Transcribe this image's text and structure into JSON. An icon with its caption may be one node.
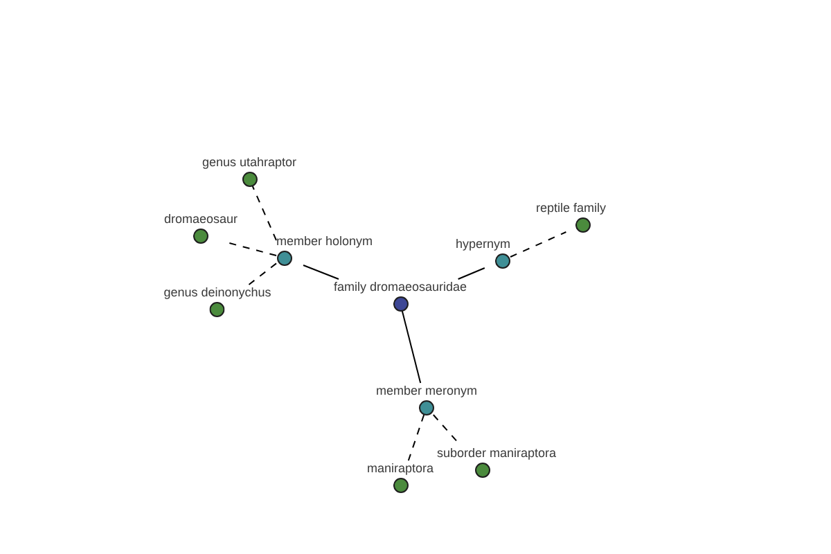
{
  "diagram": {
    "nodes": [
      {
        "text": [
          "genus utahraptor"
        ]
      },
      {
        "text": [
          "reptile family"
        ]
      },
      {
        "text": [
          "dromaeosaur"
        ]
      },
      {
        "text": [
          "member holonym"
        ]
      },
      {
        "text": [
          "hypernym"
        ]
      },
      {
        "text": [
          "family dromaeosauridae"
        ]
      },
      {
        "text": [
          "genus deinonychus"
        ]
      },
      {
        "text": [
          "member meronym"
        ]
      },
      {
        "text": [
          "suborder maniraptora"
        ]
      },
      {
        "text": [
          "maniraptora"
        ]
      }
    ],
    "edges": [
      {
        "from": 5,
        "to": 3,
        "arrow": "none"
      },
      {
        "from": 5,
        "to": 4,
        "arrow": "none"
      },
      {
        "from": 5,
        "to": 7,
        "arrow": "none"
      },
      {
        "from": 3,
        "to": 0,
        "arrow": "none",
        "style": "dashed"
      },
      {
        "from": 3,
        "to": 2,
        "arrow": "none",
        "style": "dashed"
      },
      {
        "from": 3,
        "to": 6,
        "arrow": "none",
        "style": "dashed"
      },
      {
        "from": 4,
        "to": 1,
        "arrow": "none",
        "style": "dashed"
      },
      {
        "from": 7,
        "to": 8,
        "arrow": "none",
        "style": "dashed"
      },
      {
        "from": 7,
        "to": 9,
        "arrow": "none",
        "style": "dashed"
      }
    ]
  }
}
